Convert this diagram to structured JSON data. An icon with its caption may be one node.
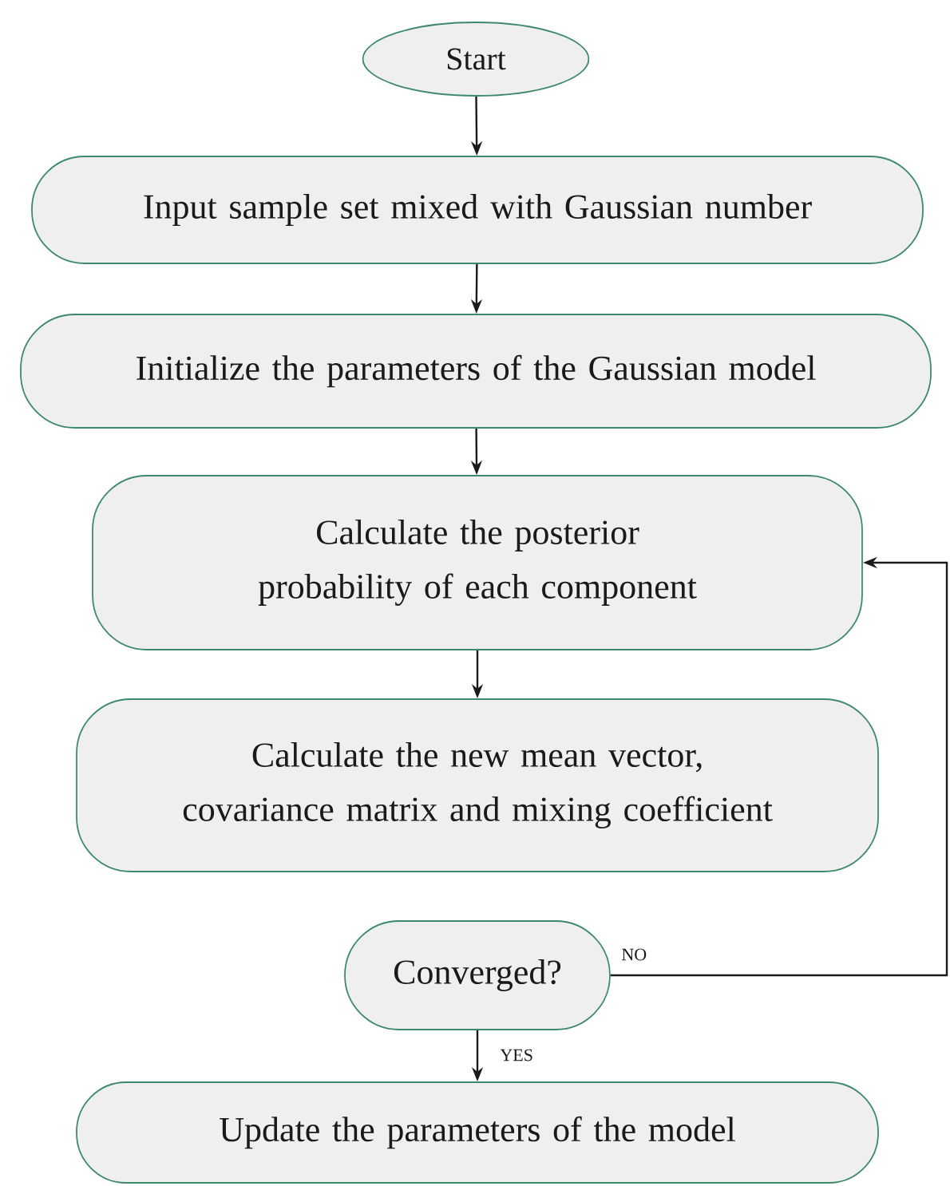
{
  "diagram": {
    "nodes": [
      {
        "text": [
          "Start"
        ]
      },
      {
        "text": [
          "Input sample set mixed with Gaussian number"
        ]
      },
      {
        "text": [
          "Initialize the parameters of the Gaussian model"
        ]
      },
      {
        "text": [
          "Calculate the posterior probability of each component"
        ]
      },
      {
        "text": [
          "Calculate the new mean vector, covariance matrix and mixing coefficient"
        ]
      },
      {
        "text": [
          "Converged?"
        ]
      },
      {
        "text": [
          "Update the parameters of the model"
        ]
      }
    ],
    "edges": [
      {
        "from": 0,
        "to": 1,
        "arrow": "to"
      },
      {
        "from": 1,
        "to": 2,
        "arrow": "to"
      },
      {
        "from": 2,
        "to": 3,
        "arrow": "to"
      },
      {
        "from": 3,
        "to": 4,
        "arrow": "to"
      },
      {
        "from": 5,
        "to": 6,
        "arrow": "to",
        "label": "YES"
      },
      {
        "from": 5,
        "to": 3,
        "arrow": "to",
        "label": "NO"
      }
    ]
  }
}
